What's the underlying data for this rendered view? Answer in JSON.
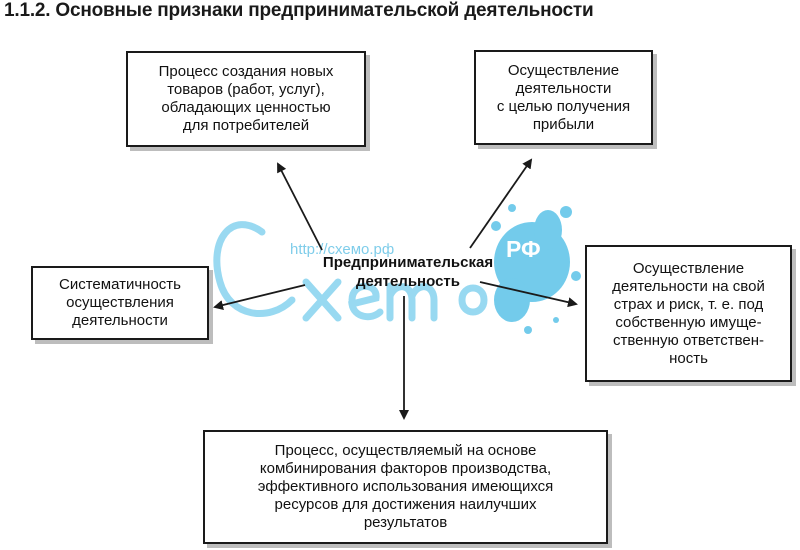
{
  "title": "1.1.2. Основные признаки предпринимательской деятельности",
  "center": {
    "lines": [
      "Предпринимательская",
      "деятельность"
    ]
  },
  "boxes": {
    "top_left": [
      "Процесс создания новых",
      "товаров (работ, услуг),",
      "обладающих ценностью",
      "для потребителей"
    ],
    "top_right": [
      "Осуществление",
      "деятельности",
      "с целью получения",
      "прибыли"
    ],
    "left": [
      "Систематичность",
      "осуществления",
      "деятельности"
    ],
    "right": [
      "Осуществление",
      "деятельности на свой",
      "страх и риск, т. е. под",
      "собственную имуще-",
      "ственную ответствен-",
      "ность"
    ],
    "bottom": [
      "Процесс, осуществляемый на основе",
      "комбинирования факторов производства,",
      "эффективного использования имеющихся",
      "ресурсов для достижения наилучших",
      "результатов"
    ]
  },
  "watermark": {
    "url": "http://схемо.рф",
    "logo_text": "Схемо",
    "badge": "РФ",
    "color": "#5bc3e8"
  }
}
